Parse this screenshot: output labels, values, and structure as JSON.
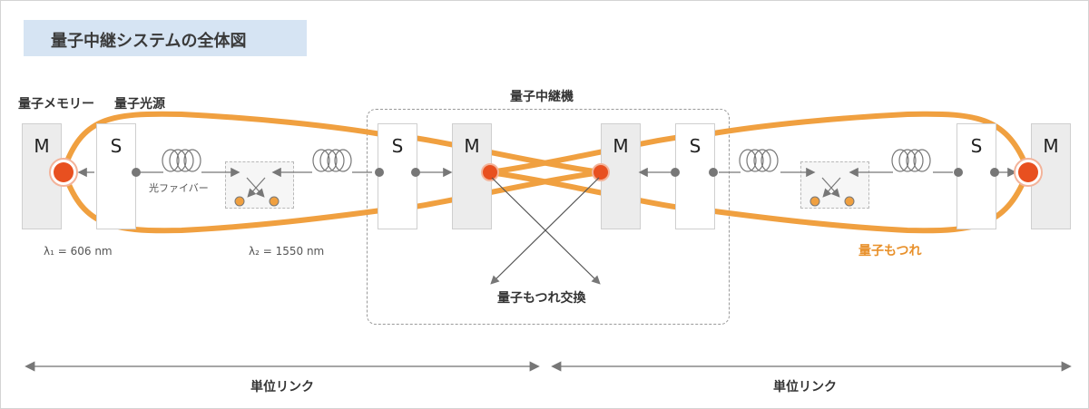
{
  "title": "量子中継システムの全体図",
  "labels": {
    "quantum_memory": "量子メモリー",
    "quantum_light_source": "量子光源",
    "repeater": "量子中継機",
    "optical_fiber": "光ファイバー",
    "lambda1": "λ₁ = 606 nm",
    "lambda2": "λ₂ = 1550 nm",
    "entanglement": "量子もつれ",
    "entanglement_swap": "量子もつれ交換",
    "unit_link_left": "単位リンク",
    "unit_link_right": "単位リンク"
  },
  "blocks": {
    "memory_letter": "M",
    "source_letter": "S"
  },
  "colors": {
    "title_bg": "#d6e4f3",
    "entanglement_orange": "#f0a040",
    "memory_dot": "#e85020",
    "label_orange": "#e8902a",
    "connector_gray": "#777777",
    "memory_block_bg": "#ececec"
  },
  "icons": [
    "fiber-coil-icon",
    "beam-splitter-icon",
    "connector-dot-icon",
    "arrow-icon"
  ]
}
